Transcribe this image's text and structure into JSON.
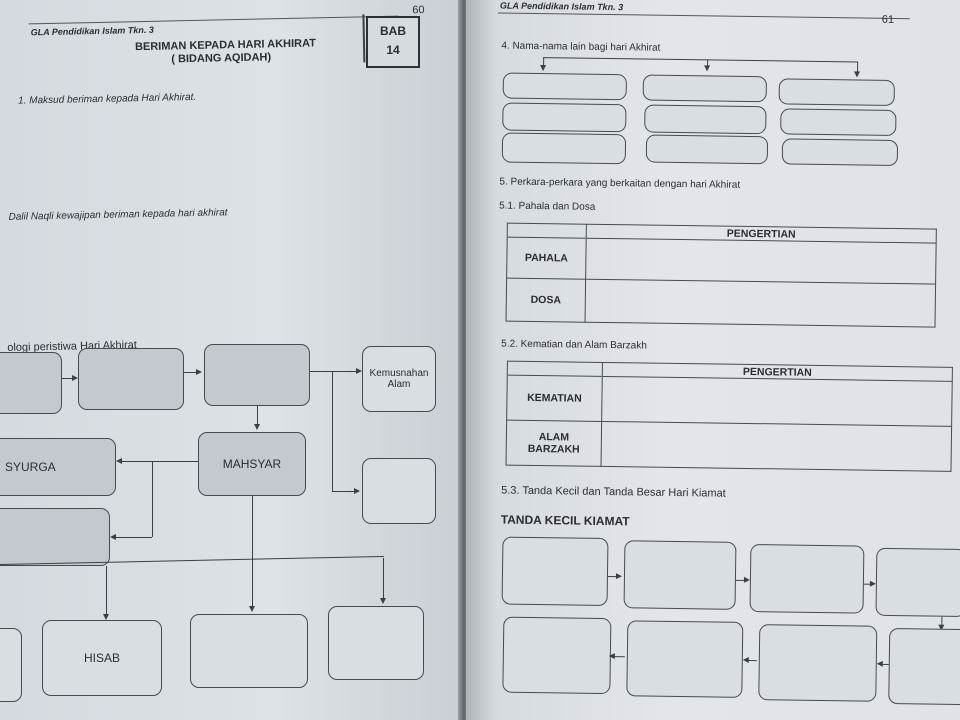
{
  "left_page": {
    "header": "GLA Pendidikan Islam Tkn. 3",
    "page_number": "60",
    "chapter_title": "BERIMAN KEPADA HARI AKHIRAT",
    "chapter_subtitle": "( BIDANG AQIDAH)",
    "bab_label": "BAB",
    "bab_number": "14",
    "q1": "1.  Maksud beriman kepada Hari Akhirat.",
    "q2": "Dalil Naqli kewajipan beriman kepada hari akhirat",
    "q3": "ologi peristiwa Hari Akhirat",
    "flow": {
      "kemusnahan": "Kemusnahan Alam",
      "mahsyar": "MAHSYAR",
      "syurga": "SYURGA",
      "hisab": "HISAB"
    }
  },
  "right_page": {
    "header": "GLA Pendidikan Islam Tkn. 3",
    "page_number": "61",
    "q4": "4. Nama-nama lain bagi hari Akhirat",
    "q5": "5. Perkara-perkara yang berkaitan dengan hari Akhirat",
    "q51": "5.1. Pahala dan Dosa",
    "table1": {
      "header": "PENGERTIAN",
      "rows": [
        "PAHALA",
        "DOSA"
      ]
    },
    "q52": "5.2.  Kematian dan Alam Barzakh",
    "table2": {
      "header": "PENGERTIAN",
      "rows": [
        "KEMATIAN",
        "ALAM BARZAKH"
      ]
    },
    "q53": "5.3.  Tanda Kecil dan Tanda Besar Hari Kiamat",
    "tanda_kecil": "TANDA KECIL KIAMAT"
  }
}
